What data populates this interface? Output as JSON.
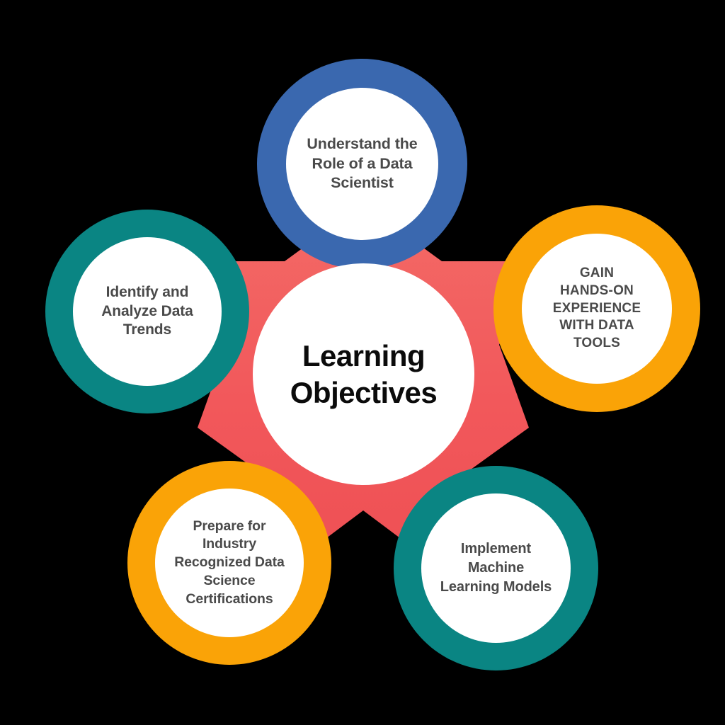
{
  "diagram": {
    "title": "Learning Objectives",
    "type": "five-petal-radial-hub",
    "background_color": "#000000",
    "center": {
      "label": "Learning\nObjectives",
      "fill_color": "#FFFFFF",
      "text_color": "#0B0B0B"
    },
    "star": {
      "name": "five-point-star",
      "color": "#F2585B",
      "points": 5
    },
    "petals": [
      {
        "id": "understand-role",
        "position": "top",
        "label": "Understand the\nRole of a Data\nScientist",
        "ring_color": "#3A68AF",
        "inner_color": "#FFFFFF",
        "text_color": "#4A4A4A",
        "text_case": "title"
      },
      {
        "id": "hands-on-tools",
        "position": "right",
        "label": "GAIN\nHANDS-ON\nEXPERIENCE\nWITH DATA\nTOOLS",
        "ring_color": "#FAA307",
        "inner_color": "#FFFFFF",
        "text_color": "#4A4A4A",
        "text_case": "upper"
      },
      {
        "id": "implement-ml-models",
        "position": "bottom-right",
        "label": "Implement\nMachine\nLearning Models",
        "ring_color": "#0A8583",
        "inner_color": "#FFFFFF",
        "text_color": "#4A4A4A",
        "text_case": "title"
      },
      {
        "id": "prepare-certifications",
        "position": "bottom-left",
        "label": "Prepare for\nIndustry\nRecognized Data\nScience\nCertifications",
        "ring_color": "#FAA307",
        "inner_color": "#FFFFFF",
        "text_color": "#4A4A4A",
        "text_case": "title"
      },
      {
        "id": "identify-analyze-trends",
        "position": "left",
        "label": "Identify and\nAnalyze Data\nTrends",
        "ring_color": "#0A8583",
        "inner_color": "#FFFFFF",
        "text_color": "#4A4A4A",
        "text_case": "title"
      }
    ]
  }
}
